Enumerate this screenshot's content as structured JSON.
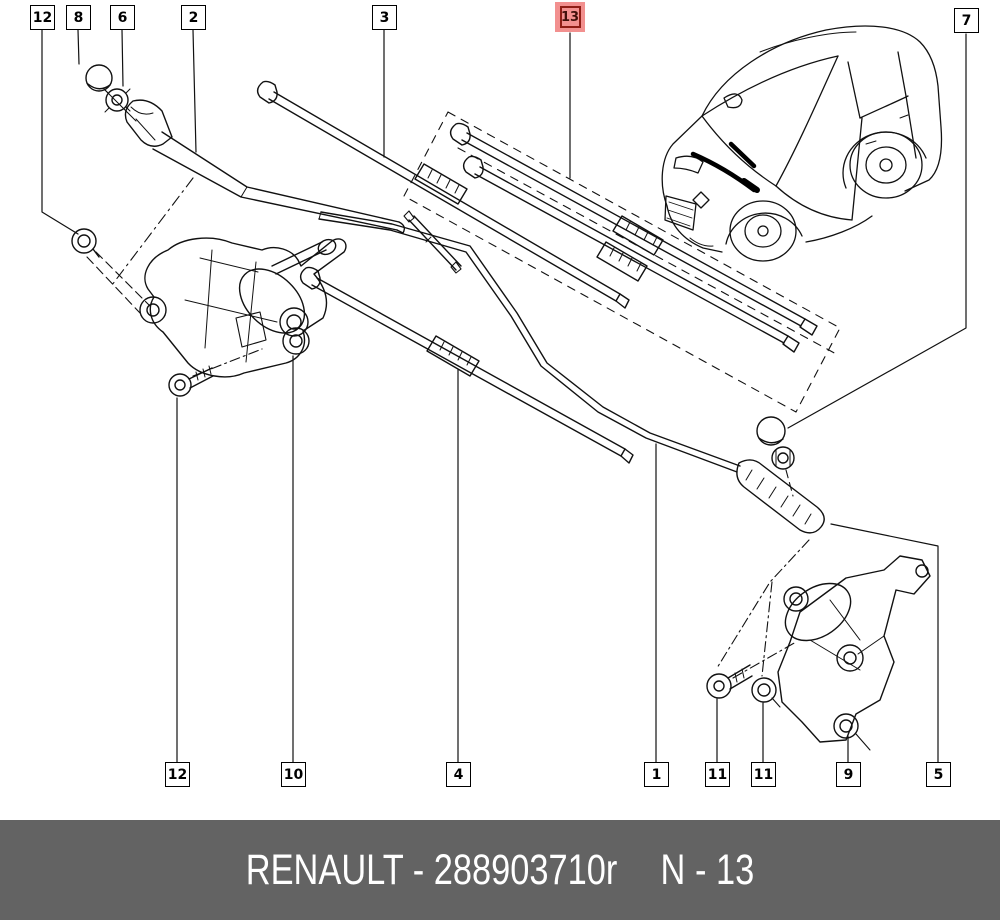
{
  "callouts": {
    "top": [
      {
        "n": "12"
      },
      {
        "n": "8"
      },
      {
        "n": "6"
      },
      {
        "n": "2"
      },
      {
        "n": "3"
      },
      {
        "n": "13"
      },
      {
        "n": "7"
      }
    ],
    "bottom": [
      {
        "n": "12"
      },
      {
        "n": "10"
      },
      {
        "n": "4"
      },
      {
        "n": "1"
      },
      {
        "n": "11"
      },
      {
        "n": "11"
      },
      {
        "n": "9"
      },
      {
        "n": "5"
      }
    ]
  },
  "highlight": {
    "value": "13",
    "bg": "#f2908f",
    "border": "#8f1d15"
  },
  "footer": {
    "left": "RENAULT - 288903710r",
    "right": "N - 13",
    "bg": "#636363",
    "text_color": "#ffffff"
  },
  "colors": {
    "line": "#111111",
    "background": "#ffffff"
  }
}
